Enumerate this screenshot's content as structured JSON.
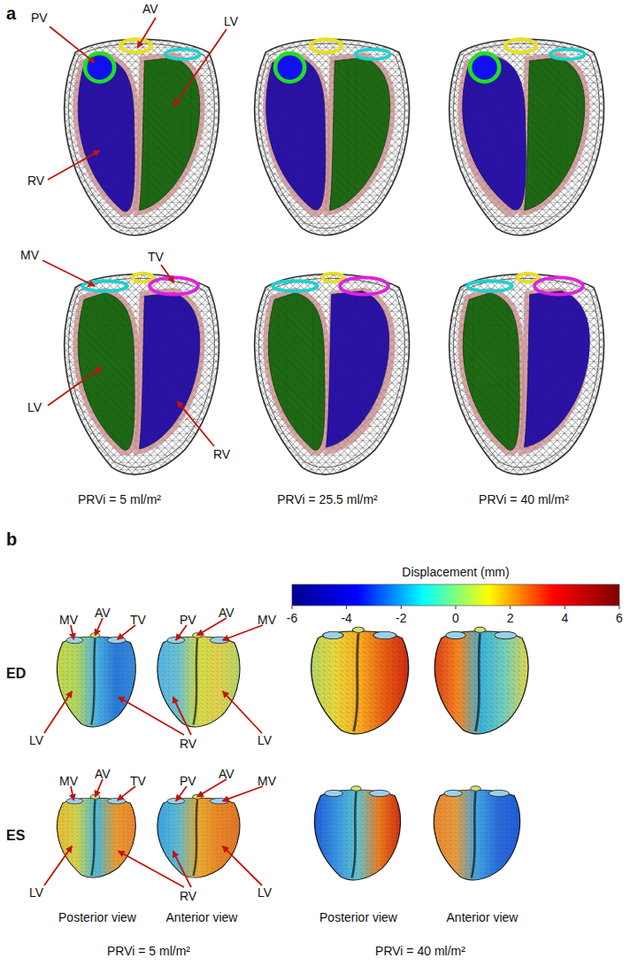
{
  "diagram": {
    "labels": [
      "a",
      "PV",
      "AV",
      "LV",
      "RV",
      "MV",
      "TV",
      "LV",
      "RV",
      "PRVi = 5 ml/m²",
      "PRVi = 25.5 ml/m²",
      "PRVi = 40 ml/m²",
      "b",
      "Displacement (mm)",
      "-6",
      "-4",
      "-2",
      "0",
      "2",
      "4",
      "6",
      "ED",
      "MV",
      "AV",
      "TV",
      "PV",
      "AV",
      "MV",
      "LV",
      "RV",
      "LV",
      "ES",
      "MV",
      "AV",
      "TV",
      "PV",
      "AV",
      "MV",
      "LV",
      "RV",
      "LV",
      "Posterior view",
      "Anterior view",
      "Posterior view",
      "Anterior view",
      "PRVi = 5 ml/m²",
      "PRVi = 40 ml/m²"
    ]
  }
}
